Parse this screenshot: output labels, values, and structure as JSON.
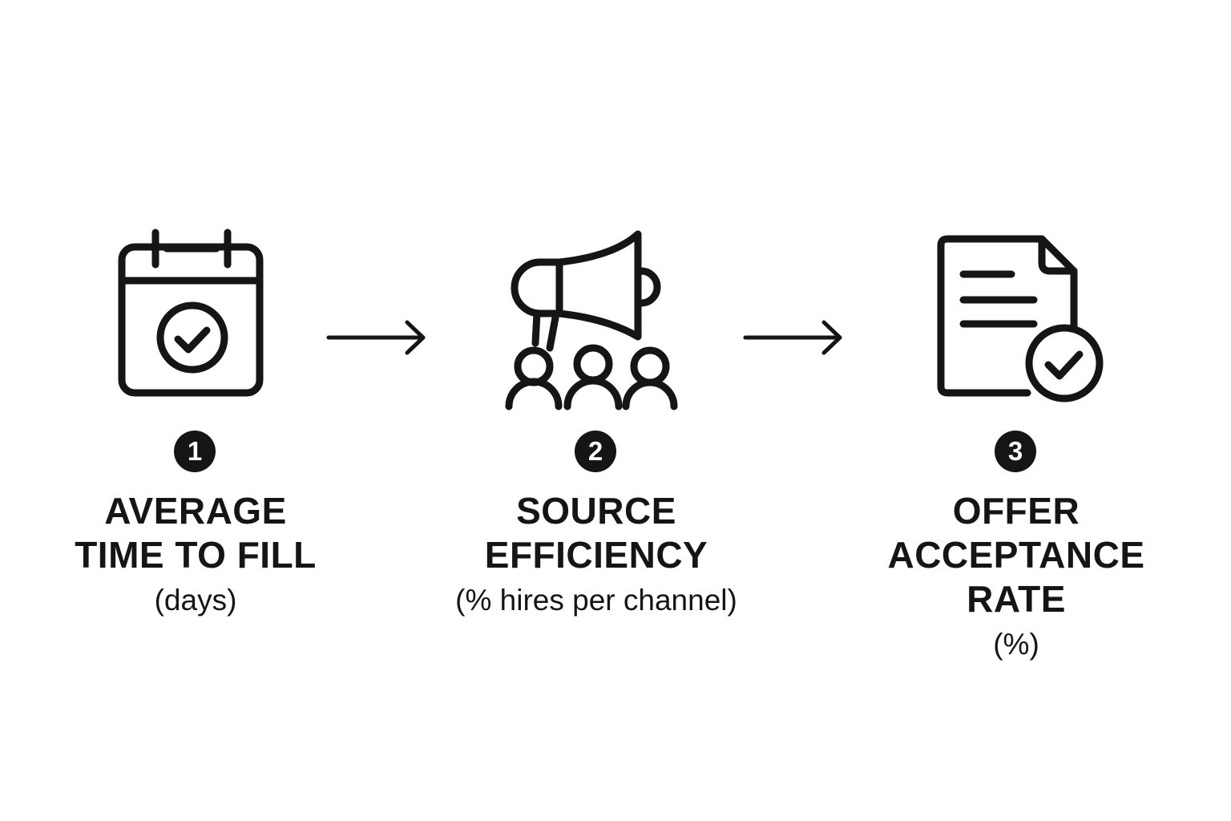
{
  "steps": [
    {
      "number": "1",
      "icon": "calendar-check-icon",
      "title": "AVERAGE\nTIME TO FILL",
      "unit": "(days)"
    },
    {
      "number": "2",
      "icon": "megaphone-people-icon",
      "title": "SOURCE\nEFFICIENCY",
      "unit": "(% hires per channel)"
    },
    {
      "number": "3",
      "icon": "document-check-icon",
      "title": "OFFER\nACCEPTANCE\nRATE",
      "unit": "(%)"
    }
  ],
  "colors": {
    "ink": "#151515",
    "background": "#ffffff"
  }
}
